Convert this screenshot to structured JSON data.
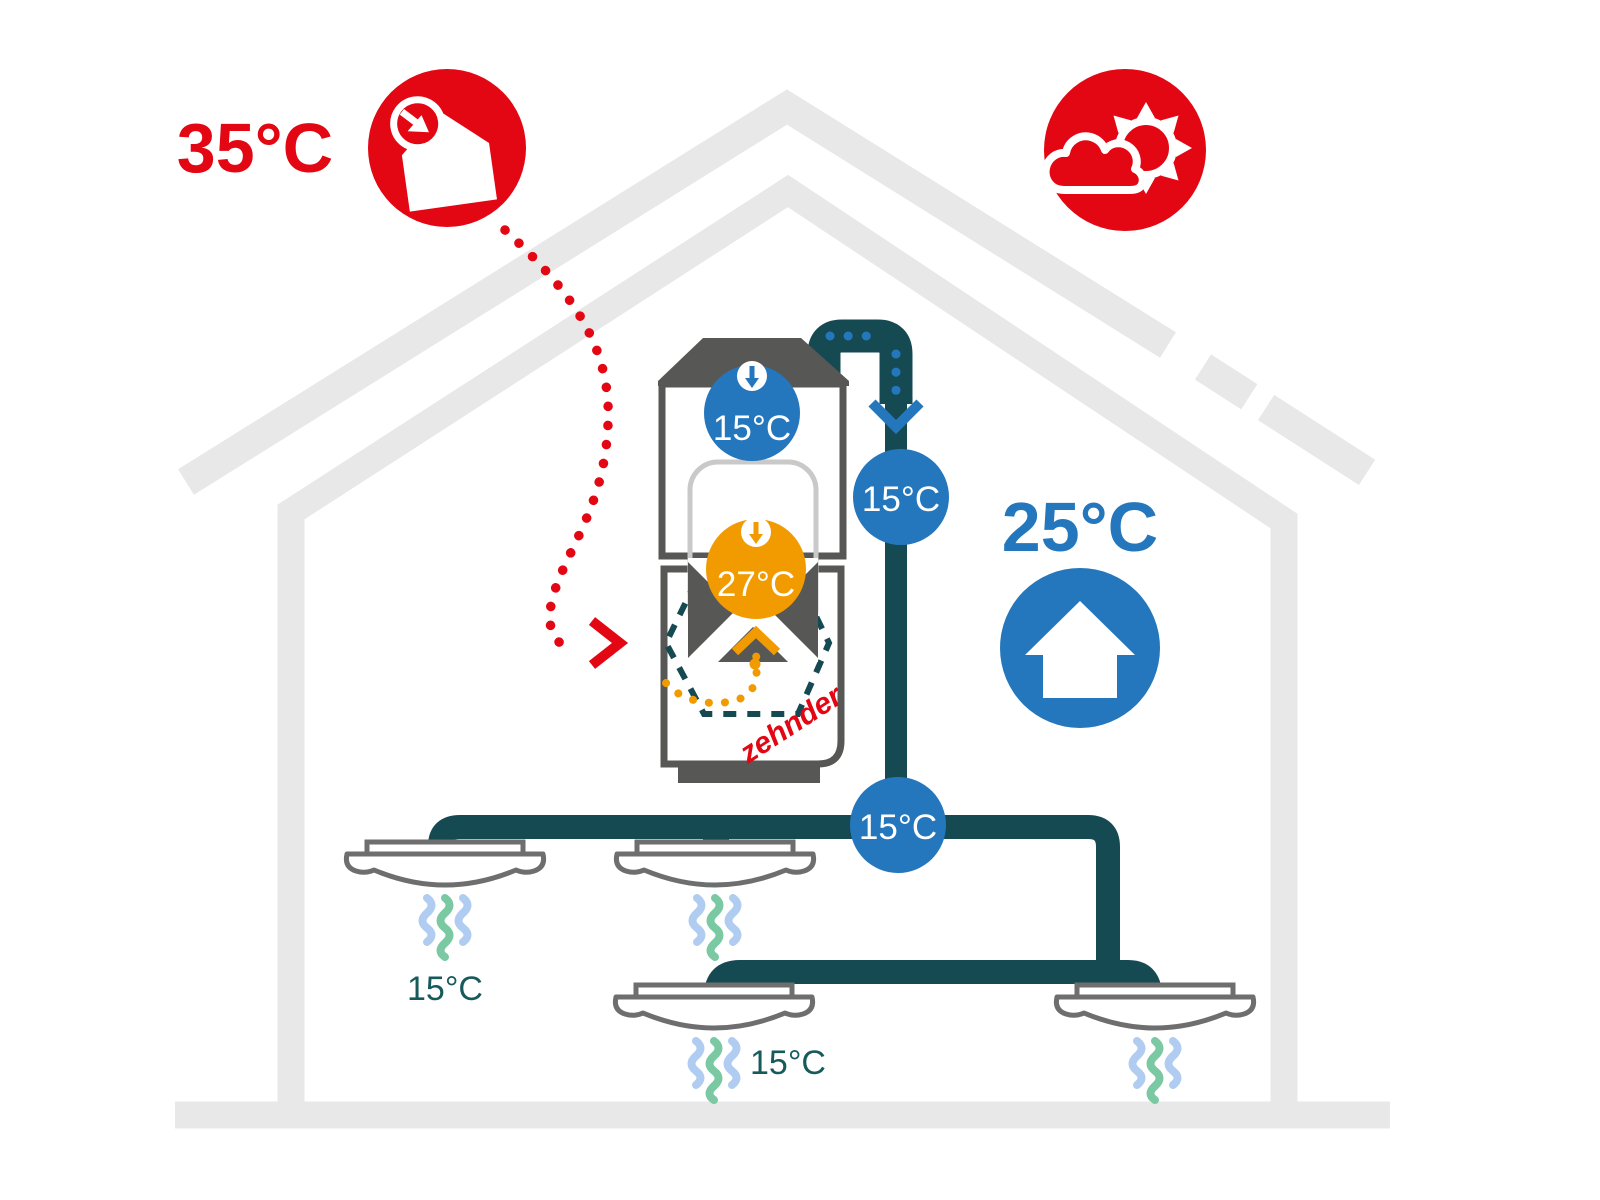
{
  "palette": {
    "red": "#e30613",
    "blue": "#2577bd",
    "orange": "#f29b00",
    "duct_teal": "#164a53",
    "label_teal": "#175a5c",
    "house_gray": "#e8e8e8",
    "unit_gray": "#575756",
    "outline_gray": "#6f6e6e",
    "panel_gray": "#c9c9c9",
    "wave_blue": "#b0cdf1",
    "wave_green": "#7bc9a3"
  },
  "badges": {
    "outdoor": {
      "temp": "35°C"
    },
    "indoor": {
      "temp": "25°C"
    }
  },
  "unit": {
    "brand": "zehnder",
    "intake_temp": "15°C",
    "exchanger_temp": "27°C"
  },
  "duct": {
    "drop_temp": "15°C",
    "junction_temp": "15°C"
  },
  "rooms": {
    "left_temp": "15°C",
    "center_temp": "15°C"
  },
  "icons": {
    "outdoor_badge": "house-air-intake-icon",
    "weather_badge": "sun-behind-cloud-icon",
    "indoor_badge": "home-icon",
    "unit_bubbles": "air-down-icon",
    "duct_flow": "arrow-down-icon",
    "supply": "air-wave-icon"
  }
}
